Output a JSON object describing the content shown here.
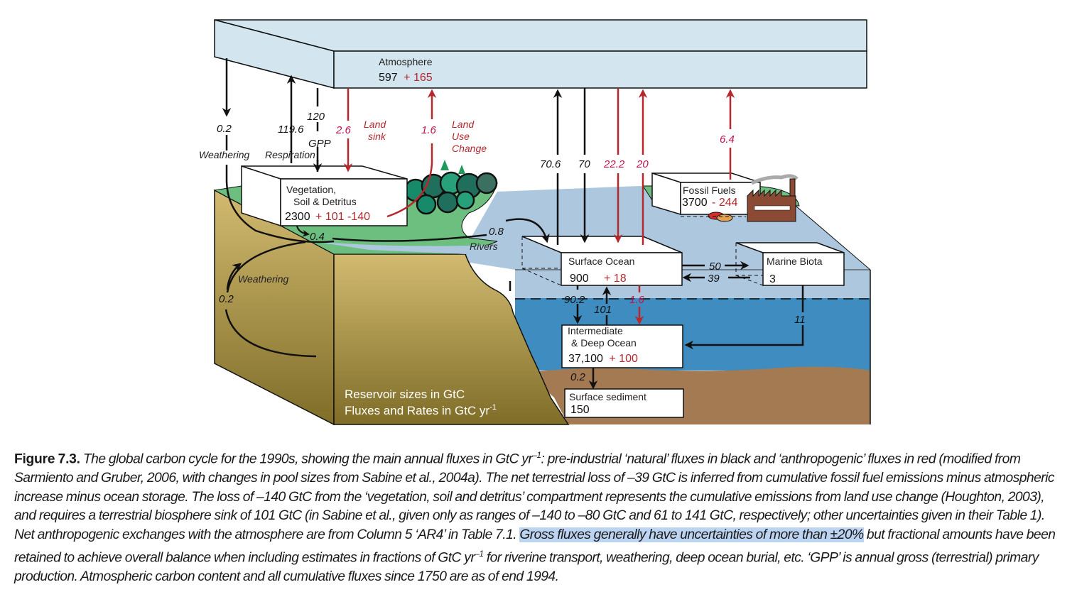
{
  "figure": {
    "reservoirs": {
      "atmosphere": {
        "name": "Atmosphere",
        "base": "597",
        "change": "+ 165"
      },
      "vegetation": {
        "name_line1": "Vegetation,",
        "name_line2": "Soil & Detritus",
        "base": "2300",
        "change": "+ 101 -140"
      },
      "fossil_fuels": {
        "name": "Fossil Fuels",
        "base": "3700",
        "change": "- 244"
      },
      "surface_ocean": {
        "name": "Surface Ocean",
        "base": "900",
        "change": "+ 18"
      },
      "marine_biota": {
        "name": "Marine Biota",
        "base": "3"
      },
      "deep_ocean": {
        "name_line1": "Intermediate",
        "name_line2": "& Deep Ocean",
        "base": "37,100",
        "change": "+ 100"
      },
      "surface_sediment": {
        "name": "Surface sediment",
        "base": "150"
      }
    },
    "fluxes": {
      "weathering_down": {
        "value": "0.2",
        "label": "Weathering",
        "kind": "natural"
      },
      "respiration": {
        "value": "119.6",
        "label": "Respiration",
        "kind": "natural"
      },
      "gpp": {
        "value": "120",
        "label": "GPP",
        "kind": "natural"
      },
      "land_sink": {
        "value": "2.6",
        "label_line1": "Land",
        "label_line2": "sink",
        "kind": "anthropogenic"
      },
      "land_use_change": {
        "value": "1.6",
        "label_line1": "Land",
        "label_line2": "Use",
        "label_line3": "Change",
        "kind": "anthropogenic"
      },
      "ocean_to_atm_natural": {
        "value": "70.6",
        "kind": "natural"
      },
      "atm_to_ocean_natural": {
        "value": "70",
        "kind": "natural"
      },
      "atm_to_ocean_anthro": {
        "value": "22.2",
        "kind": "anthropogenic"
      },
      "ocean_to_atm_anthro": {
        "value": "20",
        "kind": "anthropogenic"
      },
      "fossil_emissions": {
        "value": "6.4",
        "kind": "anthropogenic"
      },
      "veg_to_rivers": {
        "value": "0.4",
        "kind": "natural"
      },
      "rivers": {
        "value": "0.8",
        "label": "Rivers",
        "kind": "natural"
      },
      "rock_weathering": {
        "value": "0.2",
        "label": "Weathering",
        "kind": "natural"
      },
      "surface_to_biota": {
        "value": "50",
        "kind": "natural"
      },
      "biota_to_surface": {
        "value": "39",
        "kind": "natural"
      },
      "surface_to_deep": {
        "value": "90.2",
        "kind": "natural"
      },
      "deep_to_surface": {
        "value": "101",
        "kind": "natural"
      },
      "surface_to_deep_anthro": {
        "value": "1.6",
        "kind": "anthropogenic"
      },
      "biota_to_deep": {
        "value": "11",
        "kind": "natural"
      },
      "burial": {
        "value": "0.2",
        "kind": "natural"
      }
    },
    "legend": {
      "line1": "Reservoir sizes in GtC",
      "line2": "Fluxes and Rates in GtC yr",
      "line2_sup": "-1"
    },
    "colors": {
      "natural_flux": "#111111",
      "anthropogenic_flux": "#b5282e",
      "atmosphere": "#d3e6ef",
      "surface_water": "#adc7de",
      "deep_water": "#3e8cc0",
      "land_green": "#6dbf7f",
      "soil": "#c9b066",
      "sediment": "#a47a52"
    }
  },
  "caption": {
    "figure_number": "Figure 7.3.",
    "seg1": " The global carbon cycle for the 1990s, showing the main annual fluxes in GtC yr",
    "sup1": "–1",
    "seg2": ": pre-industrial ‘natural’ fluxes in black and ‘anthropogenic’ fluxes in red (modified from Sarmiento and Gruber, 2006, with changes in pool sizes from Sabine et al., 2004a). The net terrestrial loss of –39 GtC is inferred from cumulative fossil fuel emissions minus atmospheric increase minus ocean storage. The loss of –140 GtC from the ‘vegetation, soil and detritus’ compartment represents the cumulative emissions from land use change (Houghton, 2003), and requires a terrestrial biosphere sink of 101 GtC (in Sabine et al., given only as ranges of –140 to –80 GtC and 61 to 141 GtC, respectively; other uncertainties given in their Table 1). Net anthropogenic exchanges with the atmosphere are from Column 5 ‘AR4’ in Table 7.1. ",
    "highlighted": "Gross fluxes generally have uncertainties of more than ±20%",
    "seg3": " but fractional amounts have been retained to achieve overall balance when including estimates in fractions of GtC yr",
    "sup2": "–1",
    "seg4": " for riverine transport, weathering, deep ocean burial, etc. ‘GPP’ is annual gross (terrestrial) primary production. Atmospheric carbon content and all cumulative fluxes since 1750 are as of end 1994."
  }
}
